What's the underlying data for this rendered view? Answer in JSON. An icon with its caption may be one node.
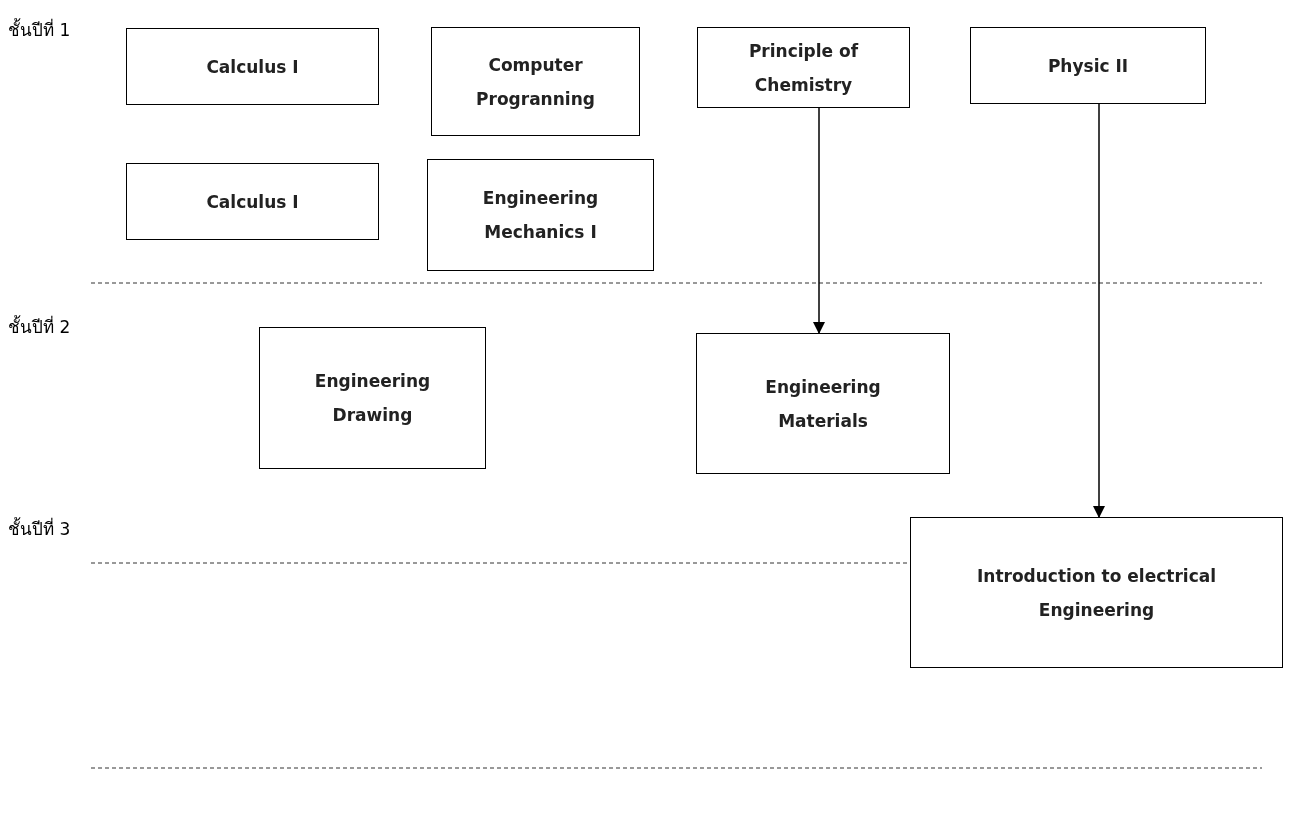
{
  "diagram": {
    "nodes": [
      {
        "text": [
          "Calculus I"
        ]
      },
      {
        "text": [
          "Computer Progranning"
        ]
      },
      {
        "text": [
          "Principle of Chemistry"
        ]
      },
      {
        "text": [
          "Physic II"
        ]
      },
      {
        "text": [
          "Calculus I"
        ]
      },
      {
        "text": [
          "Engineering Mechanics I"
        ]
      },
      {
        "text": [
          "Engineering Drawing"
        ]
      },
      {
        "text": [
          "Engineering Materials"
        ]
      },
      {
        "text": [
          "Introduction to electrical Engineering"
        ]
      }
    ],
    "edges": [
      {
        "from": 2,
        "to": 7,
        "arrow": "to"
      },
      {
        "from": 3,
        "to": 8,
        "arrow": "to"
      }
    ],
    "labels": [
      "ชั้นปีที่ 1",
      "ชั้นปีที่ 2",
      "ชั้นปีที่ 3"
    ]
  }
}
